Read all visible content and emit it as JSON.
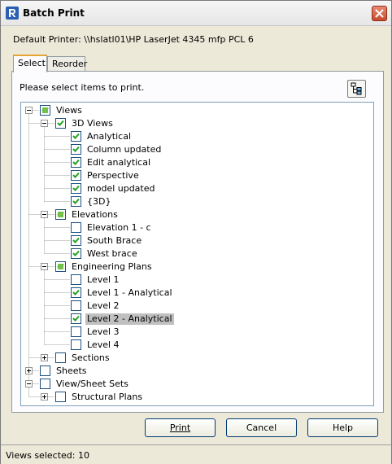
{
  "window": {
    "title": "Batch Print",
    "default_printer_label": "Default Printer:",
    "default_printer_value": "\\\\hslatl01\\HP LaserJet 4345 mfp PCL 6"
  },
  "tabs": [
    {
      "label": "Select",
      "active": true
    },
    {
      "label": "Reorder",
      "active": false
    }
  ],
  "instruction": "Please select items to print.",
  "tree": [
    {
      "label": "Views",
      "level": 0,
      "expander": "open",
      "check": "partial"
    },
    {
      "label": "3D Views",
      "level": 1,
      "expander": "open",
      "check": "checked"
    },
    {
      "label": "Analytical",
      "level": 2,
      "expander": "none",
      "check": "checked"
    },
    {
      "label": "Column updated",
      "level": 2,
      "expander": "none",
      "check": "checked"
    },
    {
      "label": "Edit analytical",
      "level": 2,
      "expander": "none",
      "check": "checked"
    },
    {
      "label": "Perspective",
      "level": 2,
      "expander": "none",
      "check": "checked"
    },
    {
      "label": "model updated",
      "level": 2,
      "expander": "none",
      "check": "checked"
    },
    {
      "label": "{3D}",
      "level": 2,
      "expander": "none",
      "check": "checked"
    },
    {
      "label": "Elevations",
      "level": 1,
      "expander": "open",
      "check": "partial"
    },
    {
      "label": "Elevation 1 - c",
      "level": 2,
      "expander": "none",
      "check": "unchecked"
    },
    {
      "label": "South Brace",
      "level": 2,
      "expander": "none",
      "check": "checked"
    },
    {
      "label": "West brace",
      "level": 2,
      "expander": "none",
      "check": "checked"
    },
    {
      "label": "Engineering Plans",
      "level": 1,
      "expander": "open",
      "check": "partial"
    },
    {
      "label": "Level 1",
      "level": 2,
      "expander": "none",
      "check": "unchecked"
    },
    {
      "label": "Level 1 - Analytical",
      "level": 2,
      "expander": "none",
      "check": "checked"
    },
    {
      "label": "Level 2",
      "level": 2,
      "expander": "none",
      "check": "unchecked"
    },
    {
      "label": "Level 2 - Analytical",
      "level": 2,
      "expander": "none",
      "check": "checked",
      "selected": true
    },
    {
      "label": "Level 3",
      "level": 2,
      "expander": "none",
      "check": "unchecked"
    },
    {
      "label": "Level 4",
      "level": 2,
      "expander": "none",
      "check": "unchecked"
    },
    {
      "label": "Sections",
      "level": 1,
      "expander": "closed",
      "check": "unchecked"
    },
    {
      "label": "Sheets",
      "level": 0,
      "expander": "closed",
      "check": "unchecked"
    },
    {
      "label": "View/Sheet Sets",
      "level": 0,
      "expander": "open",
      "check": "unchecked"
    },
    {
      "label": "Structural Plans",
      "level": 1,
      "expander": "closed",
      "check": "unchecked"
    }
  ],
  "buttons": {
    "print": "Print",
    "cancel": "Cancel",
    "help": "Help"
  },
  "status": {
    "label": "Views selected:",
    "count": "10"
  },
  "colors": {
    "check_green": "#21a121",
    "partial_fill": "#73c14a",
    "selection": "#c0c0c0",
    "close_button": "#c84a2b"
  },
  "icons": {
    "app": "revit-r-icon",
    "close": "close-x-icon",
    "tree_tool": "tree-structure-icon"
  }
}
